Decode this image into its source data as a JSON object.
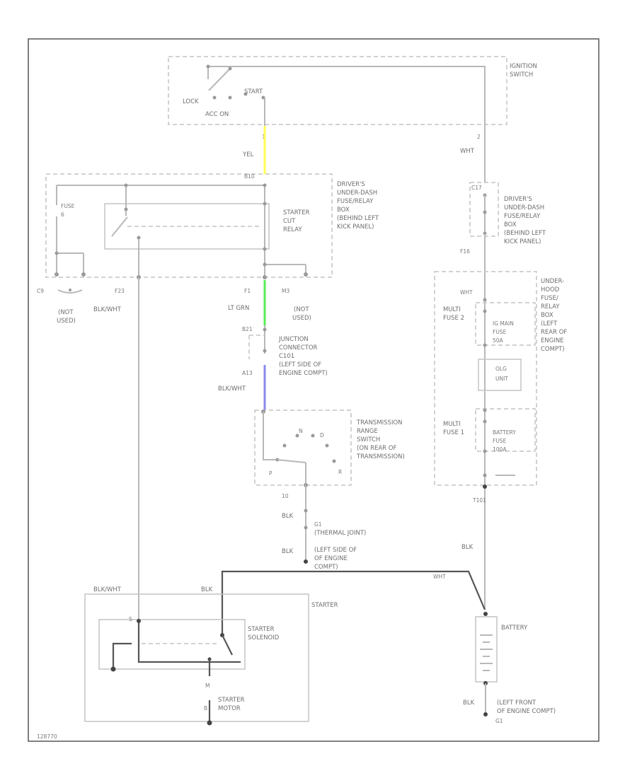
{
  "ignition_switch": {
    "title_line1": "IGNITION",
    "title_line2": "SWITCH",
    "pos_lock": "LOCK",
    "pos_start": "START",
    "pos_acc_on": "ACC  ON",
    "pin_left": "1",
    "pin_right": "2"
  },
  "wires": {
    "yel": "YEL",
    "wht": "WHT",
    "lt_grn": "LT GRN",
    "blk_wht_mid": "BLK/WHT",
    "blk_wht_left": "BLK/WHT",
    "blk_wht_starter": "BLK/WHT",
    "blk_starter": "BLK",
    "blk_c1": "BLK",
    "blk_c2": "BLK",
    "blk_batt_top": "BLK",
    "wht_batt": "WHT",
    "blk_batt_bottom": "BLK"
  },
  "drivers_fuse_box_left": {
    "pin_top": "B10",
    "label": [
      "DRIVER'S",
      "UNDER-DASH",
      "FUSE/RELAY",
      "BOX",
      "(BEHIND LEFT",
      "KICK PANEL)"
    ],
    "fuse": "FUSE",
    "fuse_num": "6",
    "relay_label": [
      "STARTER",
      "CUT",
      "RELAY"
    ],
    "pin_c9": "C9",
    "pin_f23": "F23",
    "pin_f1": "F1",
    "pin_m3": "M3",
    "not_used_left": [
      "(NOT",
      "USED)"
    ],
    "not_used_right": [
      "(NOT",
      "USED)"
    ]
  },
  "junction": {
    "pin_top": "B21",
    "pin_bottom": "A13",
    "label": [
      "JUNCTION",
      "CONNECTOR",
      "C101",
      "(LEFT SIDE OF",
      "ENGINE COMPT)"
    ]
  },
  "trans_switch": {
    "label": [
      "TRANSMISSION",
      "RANGE",
      "SWITCH",
      "(ON REAR OF",
      "TRANSMISSION)"
    ],
    "pos_p": "P",
    "pos_n": "N",
    "pos_r": "R",
    "pos_d": "D",
    "pin": "10"
  },
  "ground_g1": {
    "code": "G1",
    "label": [
      "(THERMAL JOINT)",
      "(LEFT SIDE OF",
      "OF ENGINE",
      "COMPT)"
    ]
  },
  "drivers_fuse_box_right": {
    "pin_top": "C17",
    "label": [
      "DRIVER'S",
      "UNDER-DASH",
      "FUSE/RELAY",
      "BOX",
      "(BEHIND LEFT",
      "KICK PANEL)"
    ],
    "pin_bottom": "F16"
  },
  "underhood_box": {
    "pin_top": "WHT",
    "label": [
      "UNDER-",
      "HOOD",
      "FUSE/",
      "RELAY",
      "BOX",
      "(LEFT",
      "REAR OF",
      "ENGINE",
      "COMPT)"
    ],
    "multi_fuse_2": [
      "MULTI",
      "FUSE 2"
    ],
    "ig_fuse": [
      "IG MAIN",
      "FUSE",
      "50A"
    ],
    "olg_unit": [
      "OLG",
      "UNIT"
    ],
    "multi_fuse_1": [
      "MULTI",
      "FUSE 1"
    ],
    "battery_fuse": [
      "BATTERY",
      "FUSE",
      "100A"
    ],
    "pin_bottom": "T101"
  },
  "starter": {
    "title": "STARTER",
    "solenoid": [
      "STARTER",
      "SOLENOID"
    ],
    "motor": [
      "STARTER",
      "MOTOR"
    ],
    "pin_s": "S",
    "pin_b": "B",
    "pin_m": "M"
  },
  "battery": {
    "title": "BATTERY",
    "ground_label": [
      "(LEFT FRONT",
      "OF ENGINE COMPT)"
    ],
    "ground_code": "G1"
  },
  "footer_code": "128770"
}
